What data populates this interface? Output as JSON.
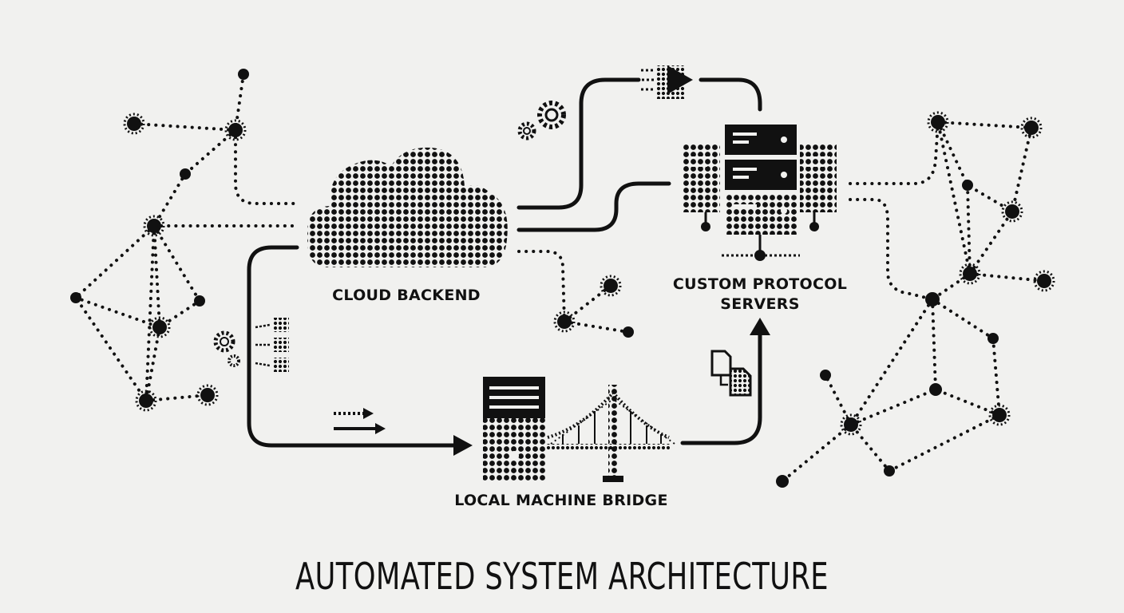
{
  "diagram": {
    "title": "AUTOMATED SYSTEM ARCHITECTURE",
    "nodes": {
      "cloud_backend": "CLOUD BACKEND",
      "custom_protocol_servers_line1": "CUSTOM PROTOCOL",
      "custom_protocol_servers_line2": "SERVERS",
      "local_machine_bridge": "LOCAL MACHINE BRIDGE"
    },
    "colors": {
      "ink": "#111111",
      "paper": "#f1f1ef"
    }
  }
}
